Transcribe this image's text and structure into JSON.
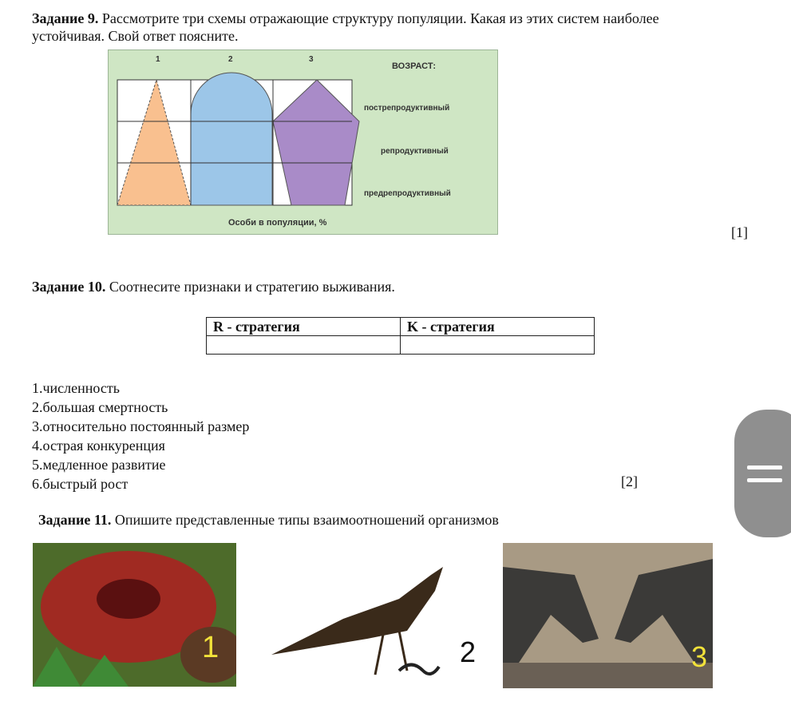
{
  "task9": {
    "title": "Задание 9.",
    "text": "Рассмотрите три схемы отражающие структуру популяции. Какая из этих систем наиболее устойчивая. Свой ответ поясните.",
    "score": "[1]",
    "diagram": {
      "columns": [
        "1",
        "2",
        "3"
      ],
      "age_header": "ВОЗРАСТ:",
      "ages": [
        "пострепродуктивный",
        "репродуктивный",
        "предрепродуктивный"
      ],
      "xlabel": "Особи в популяции, %",
      "colors": {
        "triangle": "#f9c08f",
        "dome": "#9cc6e8",
        "pentagon": "#a98bc8",
        "background": "#cfe6c4"
      }
    }
  },
  "task10": {
    "title": "Задание 10.",
    "text": "Соотнесите признаки и стратегию выживания.",
    "headers": [
      "R - стратегия",
      "K - стратегия"
    ],
    "items": [
      "1.численность",
      "2.большая смертность",
      "3.относительно постоянный размер",
      "4.острая конкуренция",
      "5.медленное развитие",
      "6.быстрый рост"
    ],
    "score": "[2]"
  },
  "task11": {
    "title": "Задание 11.",
    "text": "Опишите представленные типы взаимоотношений организмов",
    "images": [
      {
        "label": "1"
      },
      {
        "label": "2"
      },
      {
        "label": "3"
      }
    ]
  }
}
